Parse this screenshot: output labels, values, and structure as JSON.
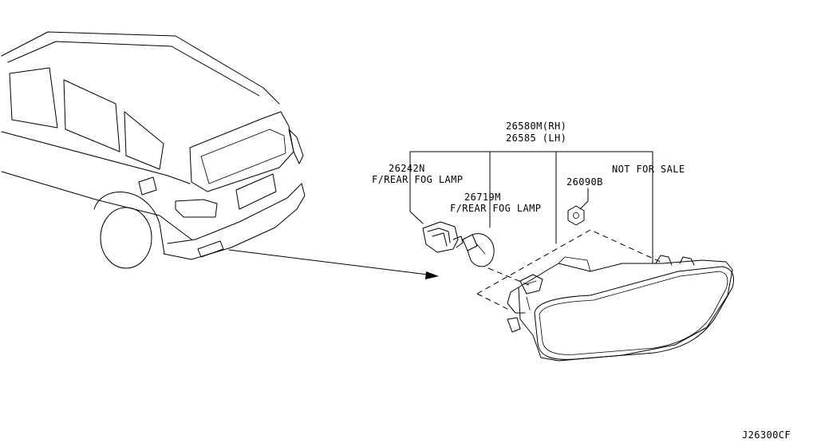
{
  "labels": {
    "assembly_rh": "26580M(RH)",
    "assembly_lh": "26585 (LH)",
    "socket_part": "26242N",
    "socket_name": "F/REAR FOG LAMP",
    "bulb_part": "26719M",
    "bulb_name": "F/REAR FOG LAMP",
    "nut_part": "26090B",
    "not_for_sale": "NOT FOR SALE",
    "diagram_code": "J26300CF"
  }
}
